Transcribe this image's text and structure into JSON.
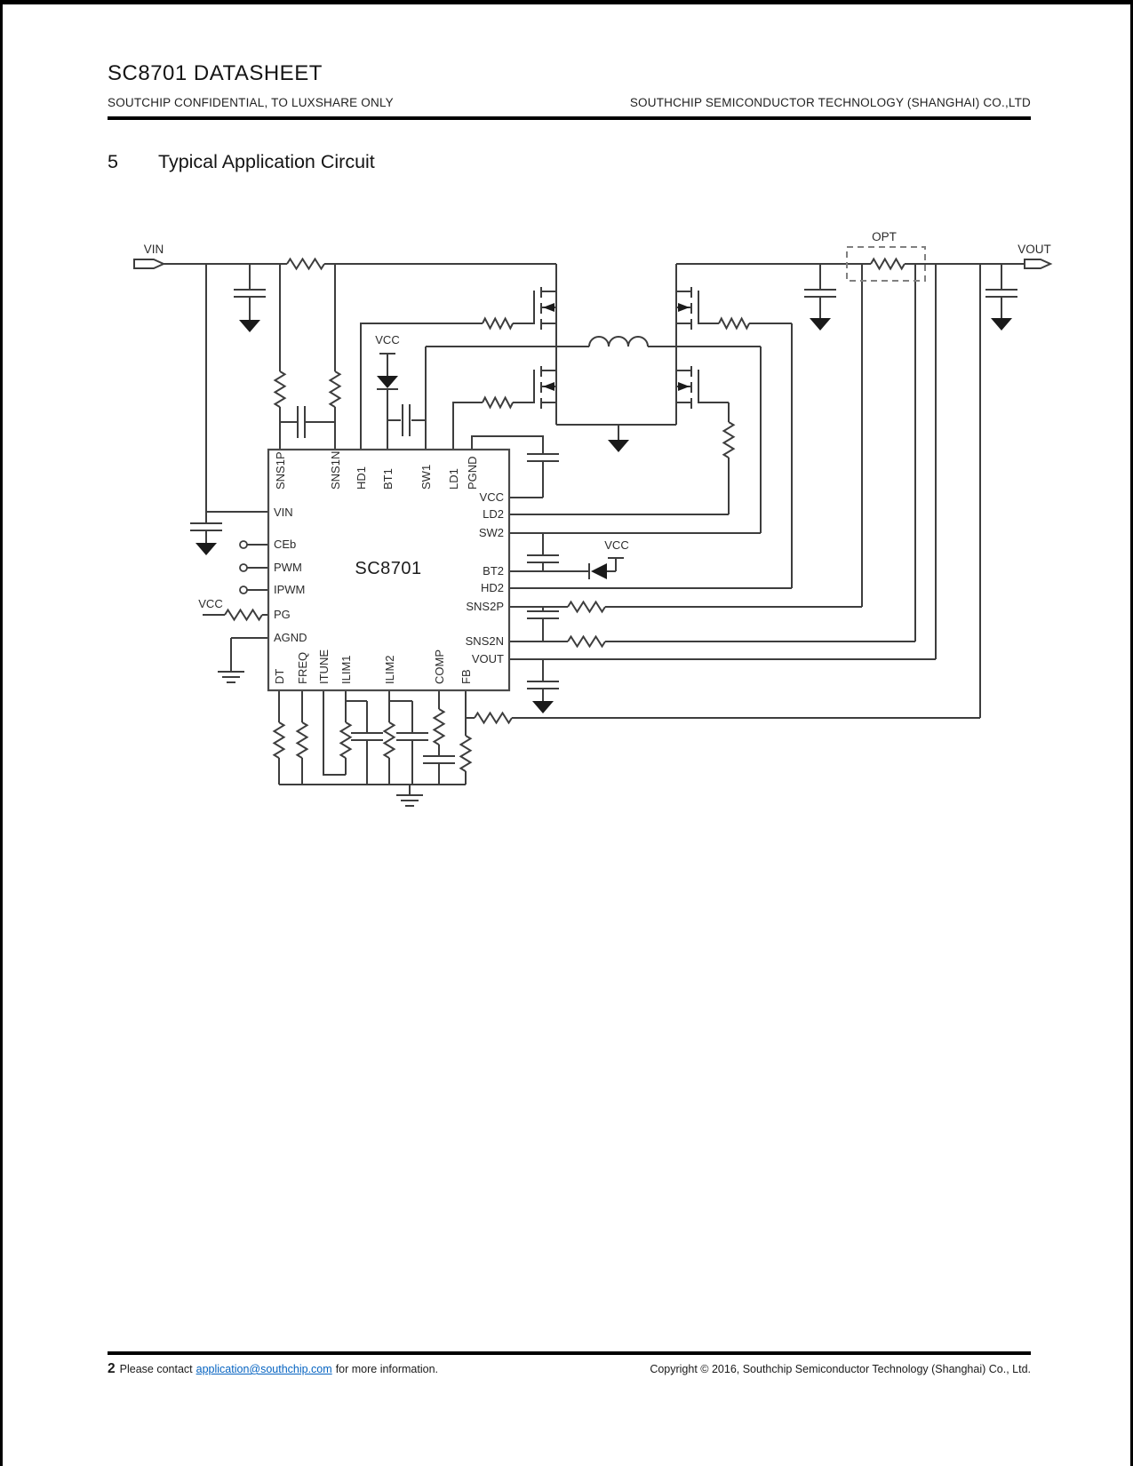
{
  "header": {
    "title": "SC8701 DATASHEET",
    "confidential": "SOUTCHIP CONFIDENTIAL, TO LUXSHARE ONLY",
    "company": "SOUTHCHIP SEMICONDUCTOR TECHNOLOGY (SHANGHAI) CO.,LTD"
  },
  "section": {
    "number": "5",
    "title": "Typical Application Circuit"
  },
  "schematic": {
    "ic": {
      "name": "SC8701",
      "top_pins": [
        "SNS1P",
        "SNS1N",
        "HD1",
        "BT1",
        "SW1",
        "LD1",
        "PGND"
      ],
      "left_pins": [
        "VIN",
        "CEb",
        "PWM",
        "IPWM",
        "PG",
        "AGND"
      ],
      "right_pins": [
        "VCC",
        "LD2",
        "SW2",
        "BT2",
        "HD2",
        "SNS2P",
        "SNS2N",
        "VOUT"
      ],
      "bottom_pins": [
        "DT",
        "FREQ",
        "ITUNE",
        "ILIM1",
        "ILIM2",
        "COMP",
        "FB"
      ]
    },
    "labels": {
      "vin": "VIN",
      "vout": "VOUT",
      "vcc": "VCC",
      "opt": "OPT"
    }
  },
  "footer": {
    "page_number": "2",
    "contact_prefix": "Please contact",
    "contact_link": "application@southchip.com",
    "contact_suffix": "for more information.",
    "copyright": "Copyright © 2016, Southchip Semiconductor Technology (Shanghai) Co., Ltd."
  },
  "colors": {
    "link": "#0563C1",
    "line": "#3d3d3d",
    "text": "#1a1a1a"
  }
}
